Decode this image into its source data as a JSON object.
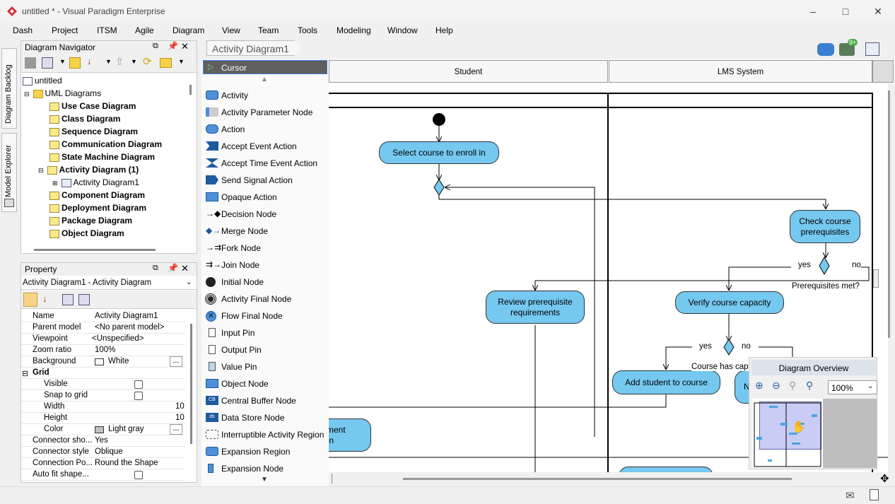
{
  "window": {
    "title": "untitled * - Visual Paradigm Enterprise"
  },
  "menu": [
    "Dash",
    "Project",
    "ITSM",
    "Agile",
    "Diagram",
    "View",
    "Team",
    "Tools",
    "Modeling",
    "Window",
    "Help"
  ],
  "side_tabs": [
    "Diagram Backlog",
    "Model Explorer"
  ],
  "navigator": {
    "title": "Diagram Navigator",
    "items": [
      "untitled",
      "UML Diagrams",
      "Use Case Diagram",
      "Class Diagram",
      "Sequence Diagram",
      "Communication Diagram",
      "State Machine Diagram",
      "Activity Diagram (1)",
      "Activity Diagram1",
      "Component Diagram",
      "Deployment Diagram",
      "Package Diagram",
      "Object Diagram"
    ]
  },
  "property": {
    "title": "Property",
    "selector": "Activity Diagram1 - Activity Diagram",
    "rows": [
      {
        "k": "Name",
        "v": "Activity Diagram1"
      },
      {
        "k": "Parent model",
        "v": "<No parent model>"
      },
      {
        "k": "Viewpoint",
        "v": "<Unspecified>"
      },
      {
        "k": "Zoom ratio",
        "v": "100%"
      },
      {
        "k": "Background",
        "v": "White"
      },
      {
        "k": "Grid",
        "v": ""
      },
      {
        "k": "Visible",
        "v": ""
      },
      {
        "k": "Snap to grid",
        "v": ""
      },
      {
        "k": "Width",
        "v": "10"
      },
      {
        "k": "Height",
        "v": "10"
      },
      {
        "k": "Color",
        "v": "Light gray"
      },
      {
        "k": "Connector sho...",
        "v": "Yes"
      },
      {
        "k": "Connector style",
        "v": "Oblique"
      },
      {
        "k": "Connection Po...",
        "v": "Round the Shape"
      },
      {
        "k": "Auto fit shape...",
        "v": ""
      }
    ],
    "ellipsis": "..."
  },
  "breadcrumb": "Activity Diagram1",
  "palette": {
    "cursor": "Cursor",
    "items": [
      "Activity",
      "Activity Parameter Node",
      "Action",
      "Accept Event Action",
      "Accept Time Event Action",
      "Send Signal Action",
      "Opaque Action",
      "Decision Node",
      "Merge Node",
      "Fork Node",
      "Join Node",
      "Initial Node",
      "Activity Final Node",
      "Flow Final Node",
      "Input Pin",
      "Output Pin",
      "Value Pin",
      "Object Node",
      "Central Buffer Node",
      "Data Store Node",
      "Interruptible Activity Region",
      "Expansion Region",
      "Expansion Node"
    ]
  },
  "diagram": {
    "lanes": [
      "Student",
      "LMS System"
    ],
    "nodes": {
      "select": "Select course to enroll in",
      "check": "Check course prerequisites",
      "review": "Review prerequisite requirements",
      "verify": "Verify course capacity",
      "add": "Add student to course",
      "enroll": "rollment ation",
      "n": "N"
    },
    "labels": {
      "yes1": "yes",
      "no1": "no",
      "prereq": "Prerequisites met?",
      "yes2": "yes",
      "no2": "no",
      "capacity": "Course has capa"
    }
  },
  "overview": {
    "title": "Diagram Overview",
    "zoom": "100%"
  },
  "badge": "9+",
  "colors": {
    "node_fill": "#75c8ef",
    "selection": "#5f5f5f"
  }
}
